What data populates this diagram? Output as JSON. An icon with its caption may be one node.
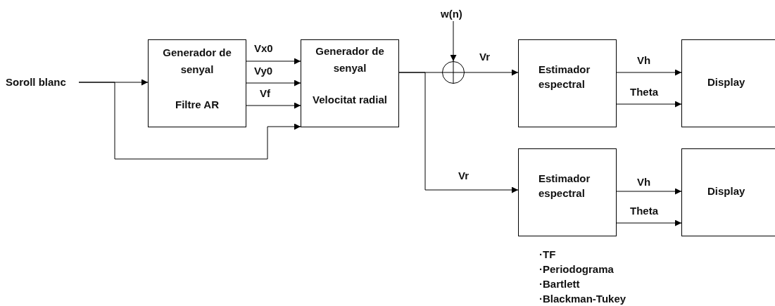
{
  "diagram": {
    "nodes": [
      {
        "text": [
          "Soroll blanc"
        ]
      },
      {
        "text": [
          "Generador de senyal",
          "Filtre AR"
        ]
      },
      {
        "text": [
          "Generador de senyal",
          "Velocitat radial"
        ]
      },
      {
        "text": [
          "w(n)"
        ]
      },
      {
        "text": [],
        "shape": "circle"
      },
      {
        "text": [
          "Estimador espectral"
        ]
      },
      {
        "text": [
          "Display"
        ]
      },
      {
        "text": [
          "Estimador espectral"
        ],
        "beside": [
          "·TF",
          "·Periodograma",
          "·Bartlett",
          "·Blackman-Tukey"
        ]
      },
      {
        "text": [
          "Display"
        ]
      }
    ],
    "edges": [
      {
        "from": 0,
        "to": 1,
        "arrow": "to"
      },
      {
        "from": 0,
        "to": 2,
        "arrow": "to"
      },
      {
        "from": 1,
        "to": 2,
        "arrow": "to",
        "label": "Vx0"
      },
      {
        "from": 1,
        "to": 2,
        "arrow": "to",
        "label": "Vy0"
      },
      {
        "from": 1,
        "to": 2,
        "arrow": "to",
        "label": "Vf"
      },
      {
        "from": 2,
        "to": 4,
        "arrow": "none"
      },
      {
        "from": 3,
        "to": 4,
        "arrow": "to"
      },
      {
        "from": 4,
        "to": 5,
        "arrow": "to",
        "label": "Vr"
      },
      {
        "from": 2,
        "to": 7,
        "arrow": "to",
        "label": "Vr"
      },
      {
        "from": 5,
        "to": 6,
        "arrow": "to",
        "label": "Vh"
      },
      {
        "from": 5,
        "to": 6,
        "arrow": "to",
        "label": "Theta"
      },
      {
        "from": 7,
        "to": 8,
        "arrow": "to",
        "label": "Vh"
      },
      {
        "from": 7,
        "to": 8,
        "arrow": "to",
        "label": "Theta"
      }
    ]
  }
}
